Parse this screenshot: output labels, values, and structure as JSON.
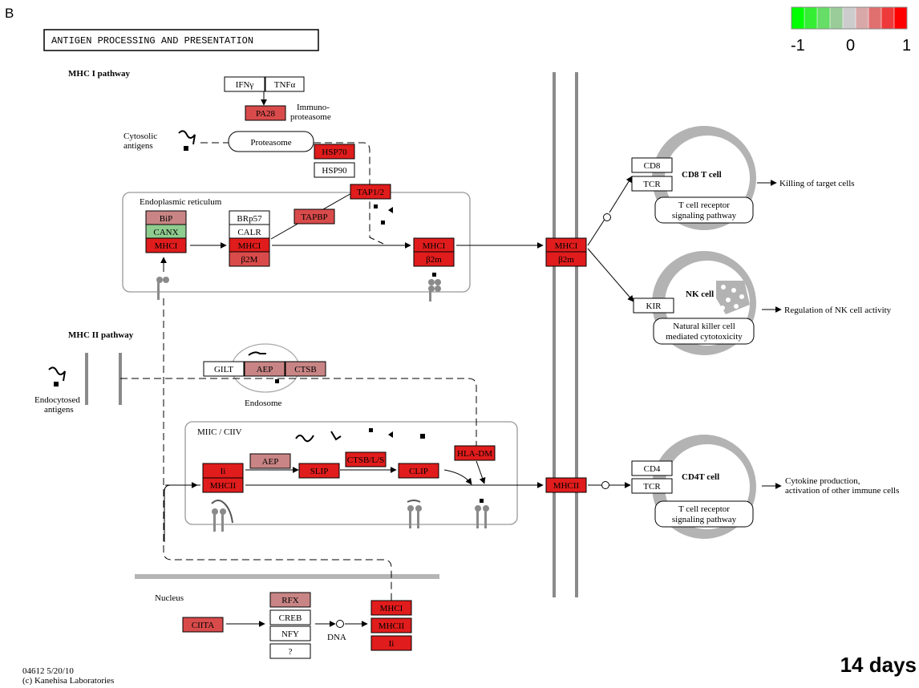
{
  "panel_letter": "B",
  "map_title": "ANTIGEN PROCESSING AND PRESENTATION",
  "legend": {
    "min_label": "-1",
    "mid_label": "0",
    "max_label": "1",
    "colors": [
      "#00ff00",
      "#33ee33",
      "#66dd66",
      "#99cc99",
      "#cccccc",
      "#d8a8a8",
      "#e07070",
      "#ee3a3a",
      "#ff0000"
    ]
  },
  "timepoint_label": "14 days",
  "footer": {
    "code_date": "04612 5/20/10",
    "copyright": "(c) Kanehisa Laboratories"
  },
  "colors": {
    "high": "#e01c1c",
    "mid": "#d94b4b",
    "light": "#c98585",
    "down": "#8fcc8f",
    "none": "#ffffff",
    "membrane": "#8a8a8a"
  },
  "labels": {
    "mhc1_pathway": "MHC I pathway",
    "mhc2_pathway": "MHC II pathway",
    "immunoproteasome_1": "Immuno-",
    "immunoproteasome_2": "proteasome",
    "cytosolic_1": "Cytosolic",
    "cytosolic_2": "antigens",
    "proteasome": "Proteasome",
    "er": "Endoplasmic reticulum",
    "endocytosed_1": "Endocytosed",
    "endocytosed_2": "antigens",
    "endosome": "Endosome",
    "miic": "MIIC / CIIV",
    "nucleus": "Nucleus",
    "dna": "DNA",
    "cd8_cell": "CD8 T cell",
    "nk_cell": "NK cell",
    "cd4_cell": "CD4T cell",
    "tcr_path_1": "T cell receptor",
    "tcr_path_2": "signaling pathway",
    "nk_path_1": "Natural killer cell",
    "nk_path_2": "mediated cytotoxicity",
    "tcr4_path_1": "T cell receptor",
    "tcr4_path_2": "signaling pathway",
    "out_cd8": "Killing of target cells",
    "out_nk": "Regulation of NK cell activity",
    "out_cd4_1": "Cytokine production,",
    "out_cd4_2": "activation of other immune cells"
  },
  "genes": {
    "ifng": {
      "label": "IFNγ",
      "level": "none"
    },
    "tnfa": {
      "label": "TNFα",
      "level": "none"
    },
    "pa28": {
      "label": "PA28",
      "level": "mid"
    },
    "hsp70": {
      "label": "HSP70",
      "level": "high"
    },
    "hsp90": {
      "label": "HSP90",
      "level": "none"
    },
    "tap12": {
      "label": "TAP1/2",
      "level": "high"
    },
    "tapbp": {
      "label": "TAPBP",
      "level": "mid"
    },
    "bip": {
      "label": "BiP",
      "level": "light"
    },
    "canx": {
      "label": "CANX",
      "level": "down"
    },
    "mhc1_er1": {
      "label": "MHCI",
      "level": "high"
    },
    "brp57": {
      "label": "BRp57",
      "level": "none"
    },
    "calr": {
      "label": "CALR",
      "level": "none"
    },
    "mhc1_er2": {
      "label": "MHCI",
      "level": "high"
    },
    "b2m_er2": {
      "label": "β2M",
      "level": "mid"
    },
    "mhc1_er3": {
      "label": "MHCI",
      "level": "high"
    },
    "b2m_er3": {
      "label": "β2m",
      "level": "high"
    },
    "mhc1_mem": {
      "label": "MHCI",
      "level": "high"
    },
    "b2m_mem": {
      "label": "β2m",
      "level": "high"
    },
    "cd8": {
      "label": "CD8",
      "level": "none"
    },
    "tcr8": {
      "label": "TCR",
      "level": "none"
    },
    "kir": {
      "label": "KIR",
      "level": "none"
    },
    "gilt": {
      "label": "GILT",
      "level": "none"
    },
    "aep_endo": {
      "label": "AEP",
      "level": "light"
    },
    "ctsb": {
      "label": "CTSB",
      "level": "light"
    },
    "ii_miic": {
      "label": "Ii",
      "level": "high"
    },
    "mhc2_miic": {
      "label": "MHCII",
      "level": "high"
    },
    "aep_miic": {
      "label": "AEP",
      "level": "light"
    },
    "slip": {
      "label": "SLIP",
      "level": "high"
    },
    "ctsbls": {
      "label": "CTSB/L/S",
      "level": "high"
    },
    "clip": {
      "label": "CLIP",
      "level": "high"
    },
    "hladm": {
      "label": "HLA-DM",
      "level": "high"
    },
    "mhc2_mem": {
      "label": "MHCII",
      "level": "high"
    },
    "cd4": {
      "label": "CD4",
      "level": "none"
    },
    "tcr4": {
      "label": "TCR",
      "level": "none"
    },
    "ciita": {
      "label": "CIITA",
      "level": "mid"
    },
    "rfx": {
      "label": "RFX",
      "level": "light"
    },
    "creb": {
      "label": "CREB",
      "level": "none"
    },
    "nfy": {
      "label": "NFY",
      "level": "none"
    },
    "q": {
      "label": "?",
      "level": "none"
    },
    "mhc1_nuc": {
      "label": "MHCI",
      "level": "high"
    },
    "mhc2_nuc": {
      "label": "MHCII",
      "level": "high"
    },
    "ii_nuc": {
      "label": "Ii",
      "level": "high"
    }
  }
}
